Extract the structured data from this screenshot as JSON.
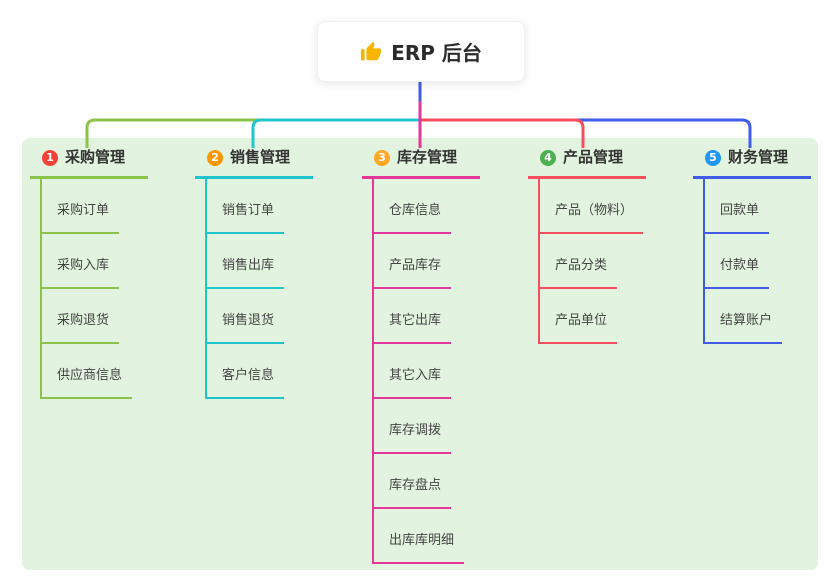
{
  "root_node": {
    "label": "ERP 后台",
    "icon": "thumbs-up-icon",
    "icon_color": "#f7b500"
  },
  "colors": {
    "canvas_background": "#ffffff",
    "panel_background": "#e2f4df",
    "root_connector": "#3f5be8",
    "title_text": "#333333",
    "child_text": "#444444"
  },
  "branches": [
    {
      "number": "1",
      "label": "采购管理",
      "badge_color": "#f44336",
      "line_color": "#8bc34a",
      "children": [
        "采购订单",
        "采购入库",
        "采购退货",
        "供应商信息"
      ]
    },
    {
      "number": "2",
      "label": "销售管理",
      "badge_color": "#ff9800",
      "line_color": "#20c4cb",
      "children": [
        "销售订单",
        "销售出库",
        "销售退货",
        "客户信息"
      ]
    },
    {
      "number": "3",
      "label": "库存管理",
      "badge_color": "#ffa726",
      "line_color": "#e5369a",
      "children": [
        "仓库信息",
        "产品库存",
        "其它出库",
        "其它入库",
        "库存调拨",
        "库存盘点",
        "出库库明细"
      ]
    },
    {
      "number": "4",
      "label": "产品管理",
      "badge_color": "#4caf50",
      "line_color": "#f54f5f",
      "children": [
        "产品（物料）",
        "产品分类",
        "产品单位"
      ]
    },
    {
      "number": "5",
      "label": "财务管理",
      "badge_color": "#2196f3",
      "line_color": "#3f5be8",
      "children": [
        "回款单",
        "付款单",
        "结算账户"
      ]
    }
  ]
}
